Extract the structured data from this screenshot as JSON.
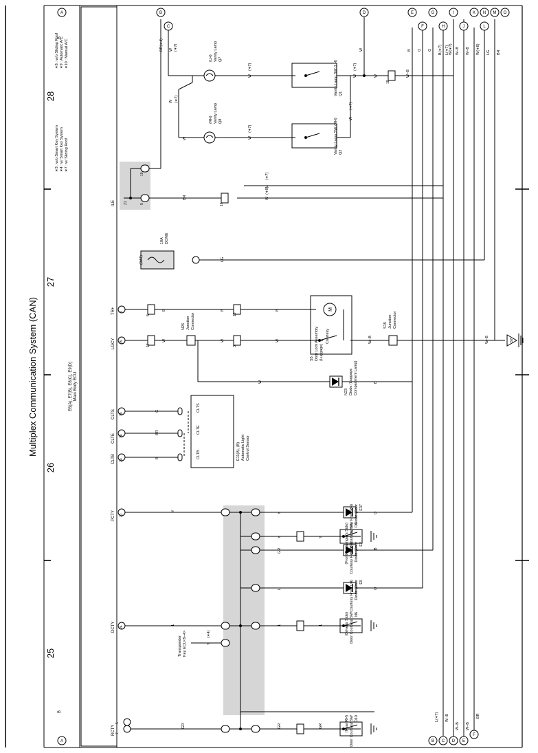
{
  "page": {
    "title": "Multiplex Communication System (CAN)",
    "column_numbers": [
      "25",
      "26",
      "27",
      "28"
    ],
    "notes_left": [
      "∗3 : w/o Smart Key System",
      "∗4 : w/ Smart Key System",
      "∗7 : w/ Sliding Roof"
    ],
    "notes_right": [
      "∗8 : w/o Sliding Roof",
      "∗9 : Automatic A/C",
      "∗10 : Manual A/C"
    ],
    "header_b": "B"
  },
  "ecu": {
    "connectors": "E6(A), E7(B), E8(C), E9(D)",
    "name": "Main Body ECU",
    "pins": [
      "RCTY",
      "DCTY",
      "PCTY",
      "CLTB",
      "CLTE",
      "CLTS",
      "LGCY",
      "TR+",
      "ILE"
    ]
  },
  "offpage_top": [
    "A",
    "B",
    "C",
    "D",
    "E",
    "F",
    "G",
    "H",
    "I",
    "J",
    "K",
    "L",
    "M",
    "N",
    "O"
  ],
  "offpage_bottom": [
    "A",
    "B",
    "C",
    "D",
    "E",
    "F"
  ],
  "bottom_wire_labels": [
    "L(∗7)",
    "W–B",
    "W–B",
    "W–B",
    "BR"
  ],
  "top_wire_labels": [
    "B",
    "O",
    "O",
    "B(∗7)",
    "L(∗7)",
    "W(∗7)",
    "W–B",
    "W–B",
    "W(∗8)",
    "LG",
    "BR"
  ],
  "components": {
    "o10": [
      "O10",
      "Door Courtesy SW",
      "(Rear RH)"
    ],
    "e2": [
      "E2",
      "Diode (Door",
      "Courtesy Rear RH)"
    ],
    "n6": [
      "N6",
      "Door Courtesy SW",
      "(Driver's Side)"
    ],
    "e5": [
      "E5",
      "Diode (Door",
      "Courtesy Front LH)"
    ],
    "o6": [
      "O6",
      "Door Courtesy SW",
      "(Front Passenger's Side)"
    ],
    "e37": [
      "E37",
      "Diode (Door",
      "Courtesy Front RH)"
    ],
    "e11": [
      "E11(A), (B)",
      "Automatic Light",
      "Control Sensor"
    ],
    "n23": [
      "N23",
      "Diode (Luggage",
      "Compartment Lamp)"
    ],
    "s5": [
      "S5",
      "Door Lock Assembly",
      "(Luggage)"
    ],
    "courtesy": "Courtesy",
    "n26": [
      "N26",
      "Junction",
      "Connector"
    ],
    "s15": [
      "S15",
      "Junction",
      "Connector"
    ],
    "dome": [
      "10A",
      "DOME"
    ],
    "bat": "(BAT)",
    "q2": [
      "Q2",
      "Vanity Lamp SW (RH)"
    ],
    "q1": [
      "Q1",
      "Vanity Lamp SW (LH)"
    ],
    "q8": [
      "Q8",
      "Vanity Lamp",
      "(RH)"
    ],
    "q7": [
      "Q7",
      "Vanity Lamp",
      "(LH)"
    ],
    "transponder": [
      "Transponder",
      "Key ECU<9–4>"
    ],
    "ground": "S7"
  }
}
